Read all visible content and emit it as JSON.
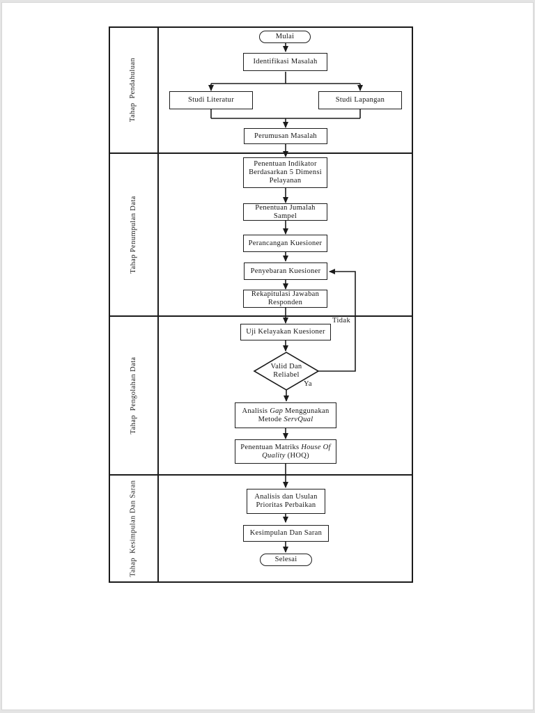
{
  "colors": {
    "line": "#1b1b1b",
    "background": "#ffffff",
    "page_edge": "#e4e4e4"
  },
  "diagram": {
    "stages": [
      {
        "label": "Tahap  Pendahuluan"
      },
      {
        "label": "Tahap Penumpulan Data"
      },
      {
        "label": "Tahap  Pengolahan Data"
      },
      {
        "label": "Tahap  Kesimpulan Dan Saran"
      }
    ],
    "nodes": {
      "mulai": {
        "type": "terminator",
        "label": "Mulai"
      },
      "identifikasi": {
        "type": "process",
        "label": "Identifikasi Masalah"
      },
      "studi_literatur": {
        "type": "process",
        "label": "Studi Literatur"
      },
      "studi_lapangan": {
        "type": "process",
        "label": "Studi Lapangan"
      },
      "perumusan": {
        "type": "process",
        "label": "Perumusan Masalah"
      },
      "penentuan_indikator": {
        "type": "process",
        "lines": [
          "Penentuan Indikator",
          "Berdasarkan 5 Dimensi",
          "Pelayanan"
        ]
      },
      "penentuan_jumlah": {
        "type": "process",
        "lines": [
          "Penentuan Jumalah",
          "Sampel"
        ]
      },
      "perancangan": {
        "type": "process",
        "label": "Perancangan Kuesioner"
      },
      "penyebaran": {
        "type": "process",
        "label": "Penyebaran Kuesioner"
      },
      "rekapitulasi": {
        "type": "process",
        "lines": [
          "Rekapitulasi Jawaban",
          "Responden"
        ]
      },
      "uji_kelayakan": {
        "type": "process",
        "label": "Uji Kelayakan Kuesioner"
      },
      "valid_reliabel": {
        "type": "decision",
        "lines": [
          "Valid Dan",
          "Reliabel"
        ]
      },
      "analisis_gap": {
        "type": "process",
        "lines": [
          [
            {
              "t": "Analisis "
            },
            {
              "t": "Gap",
              "i": true
            },
            {
              "t": " Menggunakan"
            }
          ],
          [
            {
              "t": "Metode "
            },
            {
              "t": "ServQual",
              "i": true
            }
          ]
        ]
      },
      "matriks_hoq": {
        "type": "process",
        "lines": [
          [
            {
              "t": "Penentuan Matriks "
            },
            {
              "t": "House Of",
              "i": true
            }
          ],
          [
            {
              "t": "Quality",
              "i": true
            },
            {
              "t": " (HOQ)"
            }
          ]
        ]
      },
      "analisis_usulan": {
        "type": "process",
        "lines": [
          "Analisis dan Usulan",
          "Prioritas Perbaikan"
        ]
      },
      "kesimpulan": {
        "type": "process",
        "label": "Kesimpulan Dan Saran"
      },
      "selesai": {
        "type": "terminator",
        "label": "Selesai"
      }
    },
    "edge_labels": {
      "tidak": "Tidak",
      "ya": "Ya"
    }
  }
}
